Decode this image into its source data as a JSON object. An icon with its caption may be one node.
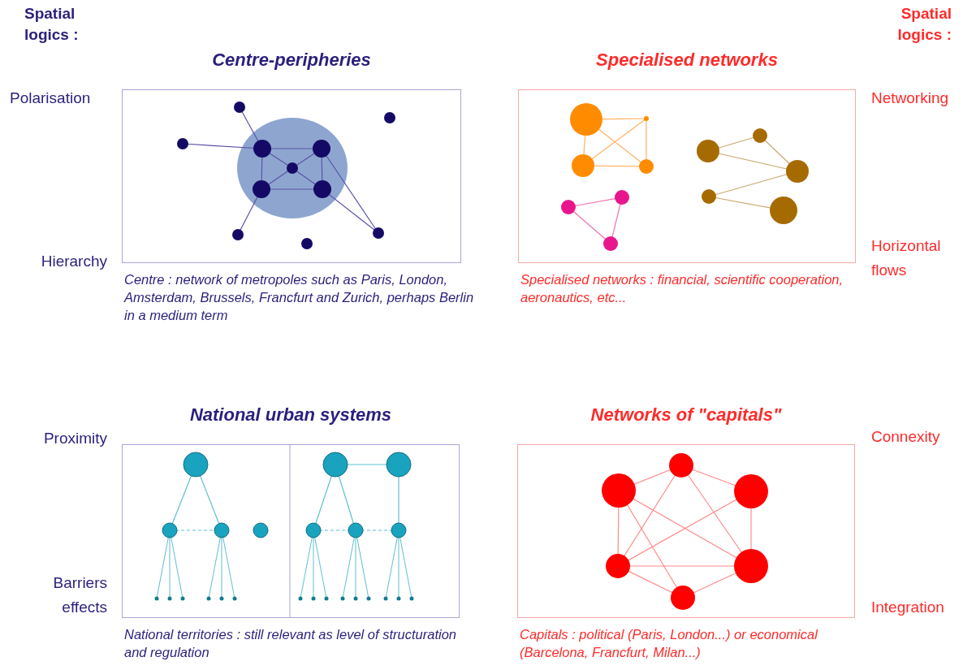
{
  "diagram": {
    "nodes": [
      {
        "text": [
          "Centre-peripheries",
          "Centre : network of metropoles such as Paris, London, Amsterdam, Brussels, Francfurt and Zurich, perhaps Berlin in a medium term"
        ]
      },
      {
        "text": [
          "Specialised networks",
          "Specialised networks : financial, scientific cooperation, aeronautics, etc..."
        ]
      },
      {
        "text": [
          "National urban systems",
          "National territories : still relevant as level of structuration and regulation"
        ]
      },
      {
        "text": [
          "Networks of \"capitals\"",
          "Capitals : political (Paris, London...) or economical (Barcelona, Francfurt, Milan...)"
        ]
      }
    ],
    "labels": [
      "Spatial logics :",
      "Spatial logics :",
      "Polarisation",
      "Networking",
      "Hierarchy",
      "Horizontal flows",
      "Proximity",
      "Connexity",
      "Barriers effects",
      "Integration"
    ]
  }
}
